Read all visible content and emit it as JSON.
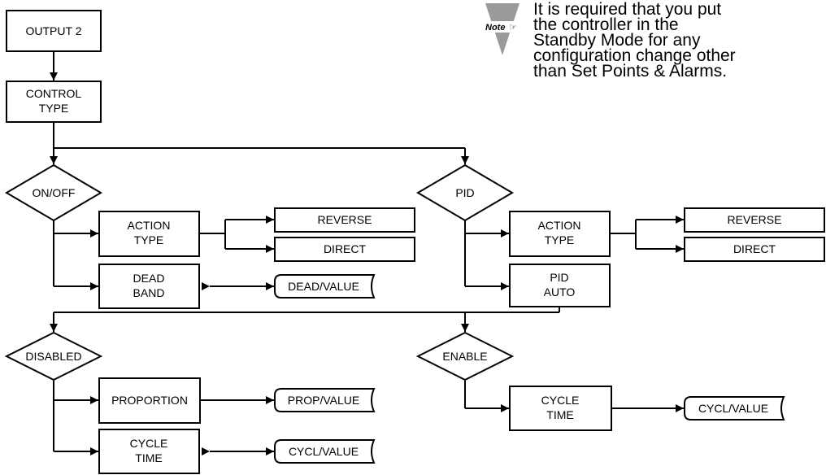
{
  "note": {
    "badge": "Note",
    "lines": [
      "It is required that you put",
      "the controller in the",
      "Standby Mode for any",
      "configuration change other",
      "than Set Points & Alarms."
    ]
  },
  "nodes": {
    "output2": "OUTPUT 2",
    "control_type": [
      "CONTROL",
      "TYPE"
    ],
    "onoff": "ON/OFF",
    "pid": "PID",
    "onoff_action_type": [
      "ACTION",
      "TYPE"
    ],
    "onoff_reverse": "REVERSE",
    "onoff_direct": "DIRECT",
    "dead_band": [
      "DEAD",
      "BAND"
    ],
    "dead_value": "DEAD/VALUE",
    "pid_action_type": [
      "ACTION",
      "TYPE"
    ],
    "pid_reverse": "REVERSE",
    "pid_direct": "DIRECT",
    "pid_auto": [
      "PID",
      "AUTO"
    ],
    "disabled": "DISABLED",
    "enable": "ENABLE",
    "proportion": "PROPORTION",
    "prop_value": "PROP/VALUE",
    "cycle_time_disabled": [
      "CYCLE",
      "TIME"
    ],
    "cycl_value_disabled": "CYCL/VALUE",
    "cycle_time_enable": [
      "CYCLE",
      "TIME"
    ],
    "cycl_value_enable": "CYCL/VALUE"
  }
}
